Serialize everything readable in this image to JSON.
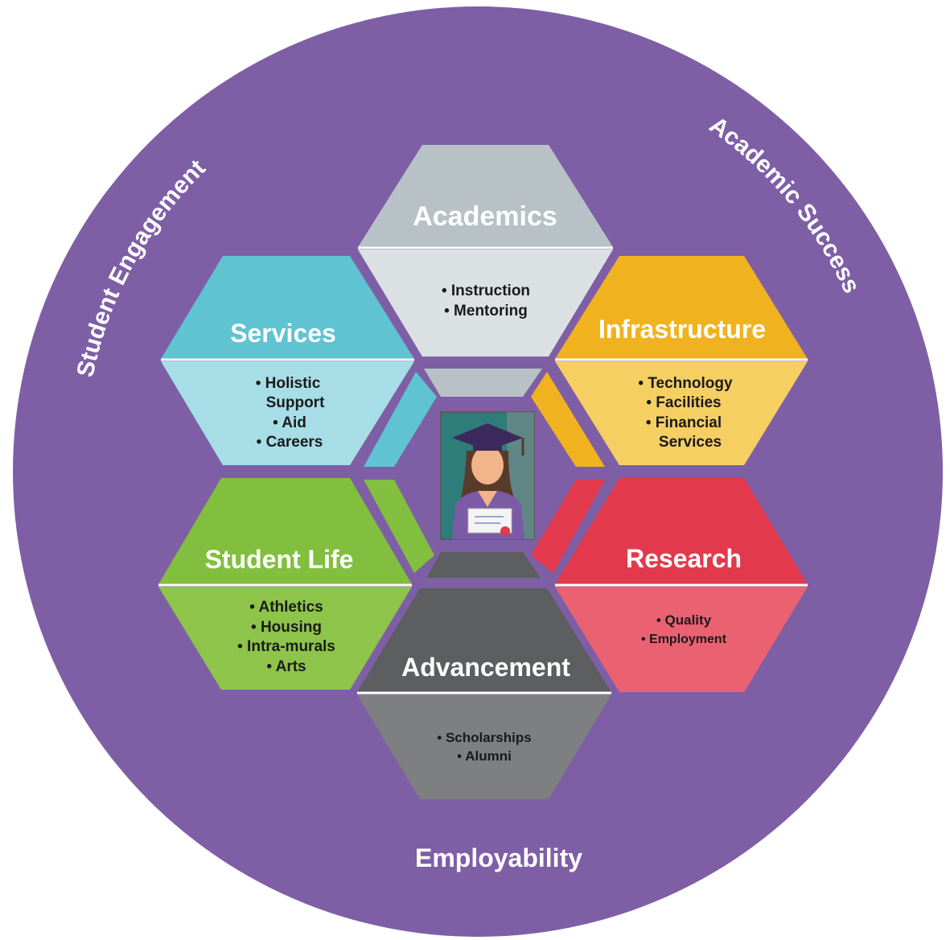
{
  "colors": {
    "ring": "#7e5fa6",
    "ring_edge": "#6f4f99",
    "divider": "#ffffff",
    "center_bg": "#2e7d7a"
  },
  "ring_labels": {
    "left": "Student Engagement",
    "right": "Academic Success",
    "bottom": "Employability"
  },
  "segments": {
    "academics": {
      "title": "Academics",
      "items": [
        "Instruction",
        "Mentoring"
      ],
      "top_color": "#b8c2c6",
      "bottom_color": "#dbe1e3"
    },
    "services": {
      "title": "Services",
      "items": [
        "Holistic",
        "Support",
        "Aid",
        "Careers"
      ],
      "top_color": "#5fc3d2",
      "bottom_color": "#a6dde6"
    },
    "infrastructure": {
      "title": "Infrastructure",
      "items": [
        "Technology",
        "Facilities",
        "Financial",
        "Services"
      ],
      "top_color": "#f0b21f",
      "bottom_color": "#f6cf63"
    },
    "student_life": {
      "title": "Student Life",
      "items": [
        "Athletics",
        "Housing",
        "Intra-murals",
        "Arts"
      ],
      "top_color": "#82bf3e",
      "bottom_color": "#8ec44a"
    },
    "research": {
      "title": "Research",
      "items": [
        "Quality",
        "Employment"
      ],
      "top_color": "#e3394c",
      "bottom_color": "#ea6272"
    },
    "advancement": {
      "title": "Advancement",
      "items": [
        "Scholarships",
        "Alumni"
      ],
      "top_color": "#5c5e60",
      "bottom_color": "#7d7f81"
    }
  },
  "center": {
    "icon": "graduate-icon"
  }
}
